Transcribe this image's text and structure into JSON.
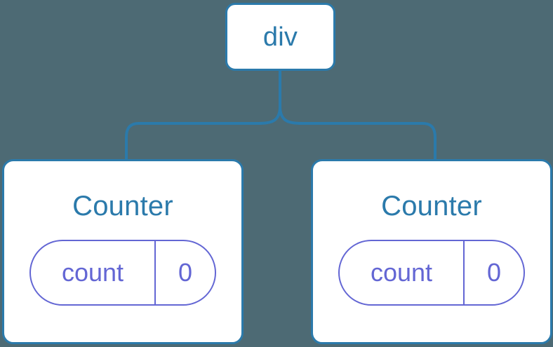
{
  "diagram": {
    "type": "component-tree",
    "background_color": "#4d6a74",
    "node_border_color": "#2b7aab",
    "node_text_color": "#2b7aab",
    "state_pill_color": "#6366d4",
    "connector_color": "#2b7aab",
    "root": {
      "label": "div"
    },
    "children": [
      {
        "label": "Counter",
        "state": {
          "key": "count",
          "value": "0"
        }
      },
      {
        "label": "Counter",
        "state": {
          "key": "count",
          "value": "0"
        }
      }
    ]
  }
}
